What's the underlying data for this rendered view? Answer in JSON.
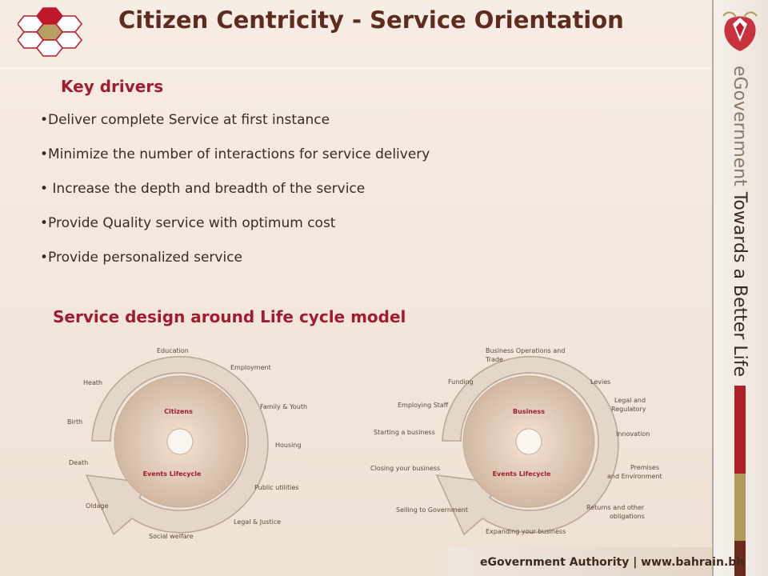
{
  "header": {
    "title": "Citizen Centricity - Service Orientation"
  },
  "key_drivers": {
    "heading": "Key drivers",
    "items": [
      "Deliver complete Service at first instance",
      "Minimize the number of interactions for service delivery",
      " Increase the depth and breadth of the service",
      "Provide Quality service with optimum cost",
      "Provide personalized service"
    ]
  },
  "lifecycle": {
    "heading": "Service design around Life cycle model",
    "citizen": {
      "center_top": "Citizens",
      "center_bottom": "Events Lifecycle",
      "labels": [
        "Education",
        "Employment",
        "Heath",
        "Family & Youth",
        "Birth",
        "Housing",
        "Death",
        "Public utilities",
        "Oldage",
        "Legal & Justice",
        "Social welfare"
      ]
    },
    "business": {
      "center_top": "Business",
      "center_bottom": "Events Lifecycle",
      "labels": [
        "Business Operations and",
        "Trade",
        "Funding",
        "Levies",
        "Employing Staff",
        "Legal and",
        "Regulatory",
        "Starting a business",
        "Innovation",
        "Closing your business",
        "Premises",
        "and Environment",
        "Selling to Government",
        "Returns and other",
        "obligations",
        "Expanding your business"
      ]
    }
  },
  "sidebar": {
    "tagline_gov": "eGovernment ",
    "tagline_rest": "Towards a Better Life",
    "colors": {
      "red": "#b0202a",
      "gold": "#b49a5a",
      "brown": "#6a2a1c"
    }
  },
  "footer": {
    "text": "eGovernment Authority | www.bahrain.bh"
  }
}
